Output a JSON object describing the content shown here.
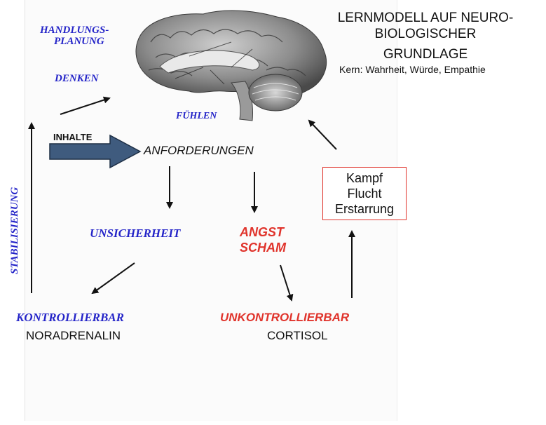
{
  "title": {
    "line1": "LERNMODELL AUF NEURO-",
    "line2": "BIOLOGISCHER",
    "line3": "GRUNDLAGE",
    "subtitle": "Kern: Wahrheit, Würde, Empathie"
  },
  "labels": {
    "handlungsplanung_1": "HANDLUNGS-",
    "handlungsplanung_2": "PLANUNG",
    "denken": "DENKEN",
    "fuehlen": "FÜHLEN",
    "inhalte": "INHALTE",
    "anforderungen": "ANFORDERUNGEN",
    "unsicherheit": "UNSICHERHEIT",
    "angst": "ANGST",
    "scham": "SCHAM",
    "kontrollierbar": "KONTROLLIERBAR",
    "noradrenalin": "NORADRENALIN",
    "unkontrollierbar": "UNKONTROLLIERBAR",
    "cortisol": "CORTISOL",
    "stabilisierung": "STABILISIERUNG"
  },
  "box": {
    "line1": "Kampf",
    "line2": "Flucht",
    "line3": "Erstarrung"
  },
  "colors": {
    "blue": "#2424c8",
    "red": "#e0332b",
    "arrow_fill": "#3f5b7e"
  }
}
